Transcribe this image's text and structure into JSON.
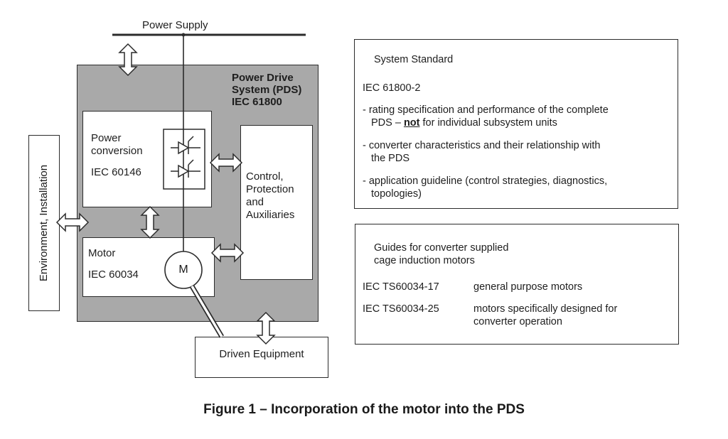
{
  "diagram": {
    "power_supply": "Power Supply",
    "pds_title": [
      "Power Drive",
      "System (PDS)",
      "IEC 61800"
    ],
    "power_conversion": [
      "Power",
      "conversion"
    ],
    "power_conversion_std": "IEC 60146",
    "control": [
      "Control,",
      "Protection",
      "and",
      "Auxiliaries"
    ],
    "motor": "Motor",
    "motor_std": "IEC 60034",
    "motor_symbol": "M",
    "environment": "Environment,  Installation",
    "driven_equipment": "Driven Equipment"
  },
  "system_standard": {
    "heading": "System Standard",
    "standard": "IEC 61800-2",
    "items": [
      {
        "pre": "- rating specification and performance of the complete",
        "line2_pre": "PDS – ",
        "line2_em": "not",
        "line2_post": " for individual subsystem units"
      },
      {
        "line1": "- converter characteristics and their relationship with",
        "line2": "the PDS"
      },
      {
        "line1": "- application guideline (control strategies, diagnostics,",
        "line2": "topologies)"
      }
    ]
  },
  "guides": {
    "heading": [
      "Guides for converter supplied",
      "cage induction motors"
    ],
    "rows": [
      {
        "std": "IEC TS60034-17",
        "desc": [
          "general purpose motors"
        ]
      },
      {
        "std": "IEC TS60034-25",
        "desc": [
          "motors specifically designed for",
          "converter operation"
        ]
      }
    ]
  },
  "caption": "Figure 1 – Incorporation of the motor into the PDS"
}
